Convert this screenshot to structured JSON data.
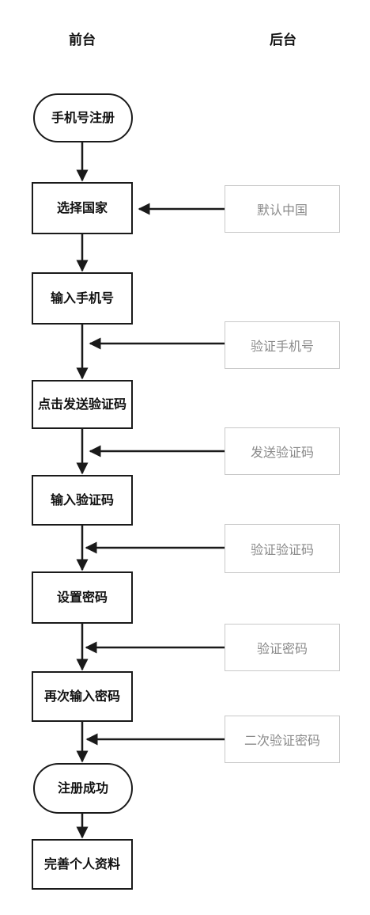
{
  "headers": {
    "frontend": "前台",
    "backend": "后台"
  },
  "frontend_steps": [
    "手机号注册",
    "选择国家",
    "输入手机号",
    "点击发送验证码",
    "输入验证码",
    "设置密码",
    "再次输入密码",
    "注册成功",
    "完善个人资料"
  ],
  "backend_steps": [
    "默认中国",
    "验证手机号",
    "发送验证码",
    "验证验证码",
    "验证密码",
    "二次验证密码"
  ]
}
